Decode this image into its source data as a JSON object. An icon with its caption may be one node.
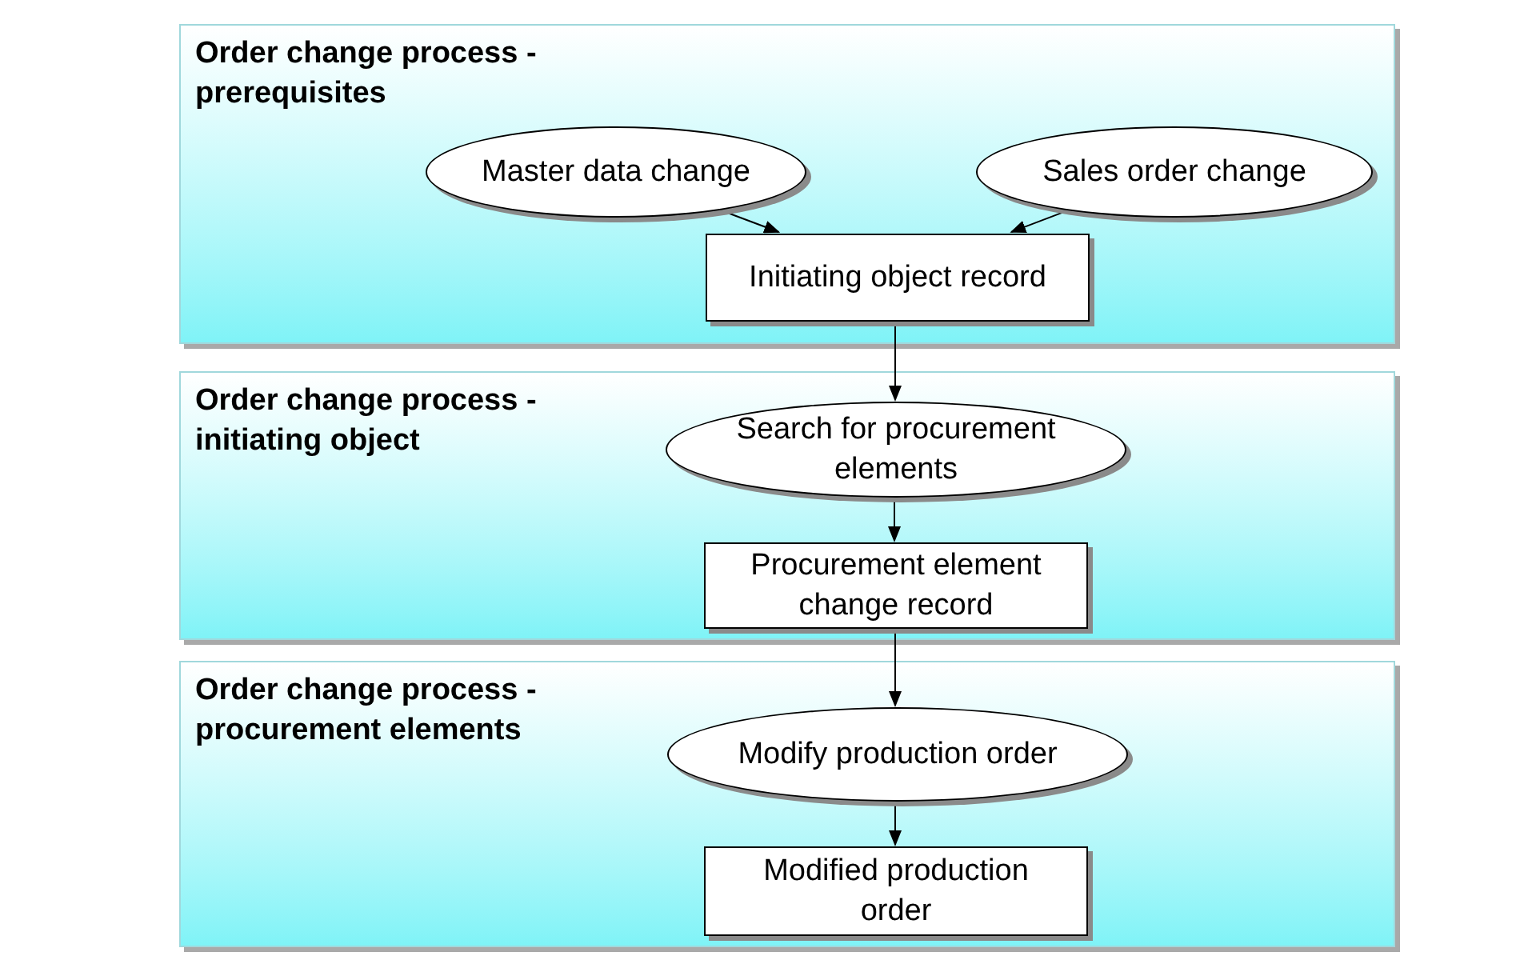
{
  "diagram": {
    "nodes": [
      {
        "text": [
          "Order change process - prerequisites"
        ]
      },
      {
        "text": [
          "Master data change"
        ],
        "in": 0
      },
      {
        "text": [
          "Sales order change"
        ],
        "in": 0
      },
      {
        "text": [
          "Initiating object record"
        ],
        "in": 0
      },
      {
        "text": [
          "Order change process - initiating object"
        ]
      },
      {
        "text": [
          "Search for procurement elements"
        ],
        "in": 4
      },
      {
        "text": [
          "Procurement element change record"
        ],
        "in": 4
      },
      {
        "text": [
          "Order change process - procurement elements"
        ]
      },
      {
        "text": [
          "Modify production order"
        ],
        "in": 7
      },
      {
        "text": [
          "Modified production order"
        ],
        "in": 7
      }
    ],
    "edges": [
      {
        "from": 1,
        "to": 3,
        "arrow": "to"
      },
      {
        "from": 2,
        "to": 3,
        "arrow": "to"
      },
      {
        "from": 3,
        "to": 5,
        "arrow": "to"
      },
      {
        "from": 5,
        "to": 6,
        "arrow": "to"
      },
      {
        "from": 6,
        "to": 8,
        "arrow": "to"
      },
      {
        "from": 8,
        "to": 9,
        "arrow": "to"
      }
    ]
  }
}
